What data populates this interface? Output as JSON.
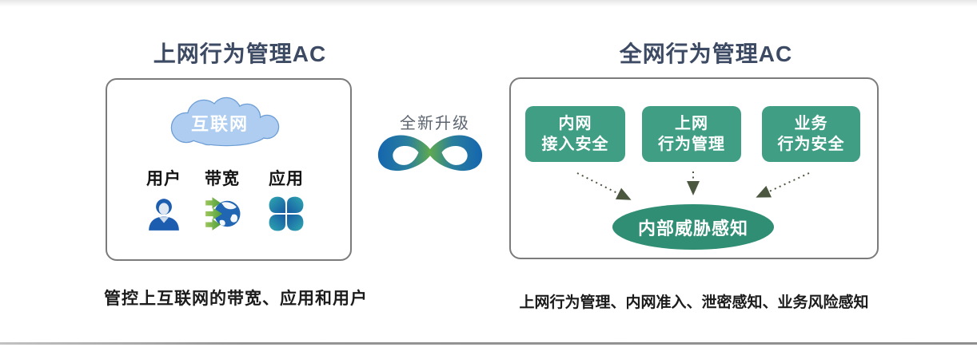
{
  "left": {
    "title": "上网行为管理AC",
    "cloud_label": "互联网",
    "items": [
      {
        "label": "用户",
        "icon": "user-icon"
      },
      {
        "label": "带宽",
        "icon": "bandwidth-globe-icon"
      },
      {
        "label": "应用",
        "icon": "apps-clover-icon"
      }
    ],
    "caption": "管控上互联网的带宽、应用和用户"
  },
  "center": {
    "label": "全新升级",
    "icon": "infinity-upgrade-icon"
  },
  "right": {
    "title": "全网行为管理AC",
    "pillars": [
      {
        "line1": "内网",
        "line2": "接入安全"
      },
      {
        "line1": "上网",
        "line2": "行为管理"
      },
      {
        "line1": "业务",
        "line2": "行为安全"
      }
    ],
    "result": "内部威胁感知",
    "caption": "上网行为管理、内网准入、泄密感知、业务风险感知"
  },
  "colors": {
    "title_navy": "#3d4a63",
    "pillar_green": "#3f9e84",
    "result_green": "#2f8e73",
    "cloud_fill": "#aecdf0",
    "cloud_outline": "#6d9dd6",
    "logo_blue": "#1466af",
    "logo_green": "#63ad49",
    "arrow_olive": "#4c573f",
    "upgrade_label_gray": "#5c6570",
    "caption_text": "#1b1b1b"
  }
}
